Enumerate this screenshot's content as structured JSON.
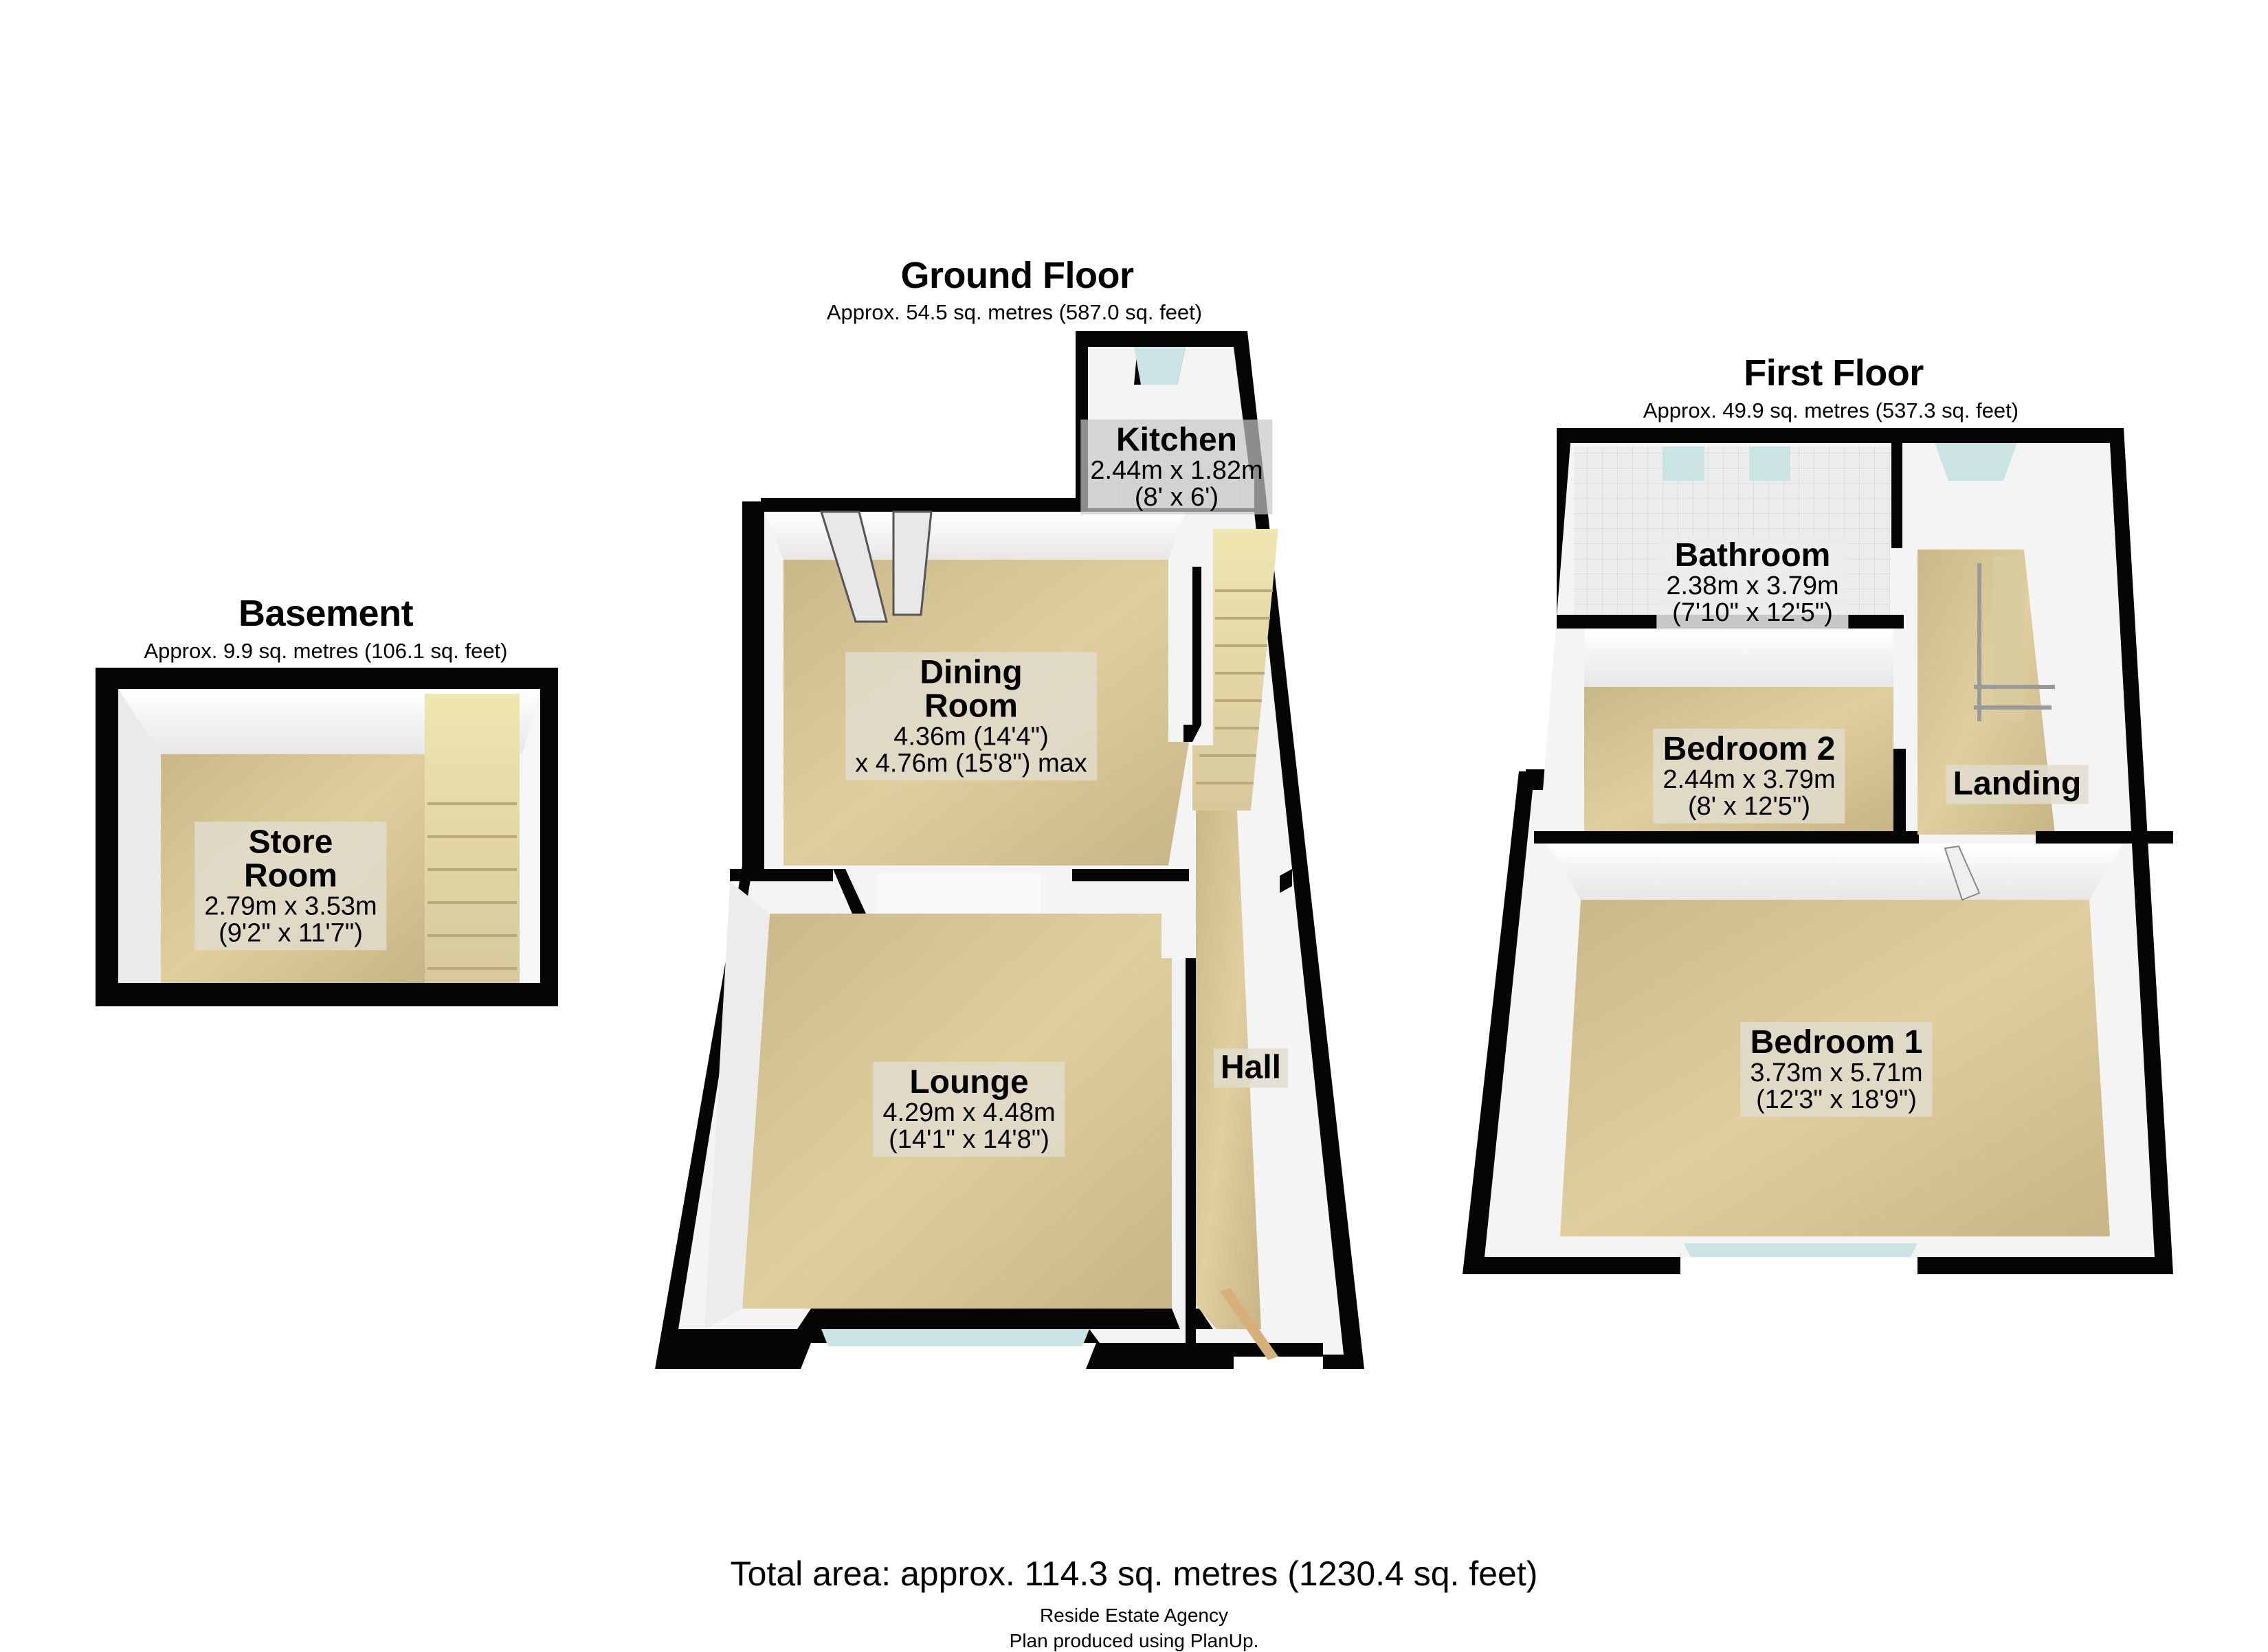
{
  "colors": {
    "wall": "#050505",
    "inner_wall": "#f4f4f4",
    "floor_carpet": "#cbb98a",
    "floor_tile": "#e9ebea",
    "window_glass": "#c9e4e2",
    "label_bg": "#e2dccb"
  },
  "floors": {
    "basement": {
      "title": "Basement",
      "area": "Approx. 9.9 sq. metres (106.1 sq. feet)",
      "rooms": [
        {
          "name_line1": "Store",
          "name_line2": "Room",
          "dims_m": "2.79m x 3.53m",
          "dims_ft": "(9'2\" x 11'7\")"
        }
      ]
    },
    "ground": {
      "title": "Ground Floor",
      "area": "Approx. 54.5 sq. metres (587.0 sq. feet)",
      "rooms": [
        {
          "name": "Kitchen",
          "dims_m": "2.44m x 1.82m",
          "dims_ft": "(8' x 6')"
        },
        {
          "name_line1": "Dining",
          "name_line2": "Room",
          "dims_m": "4.36m (14'4\")",
          "dims_ft": "x 4.76m (15'8\") max"
        },
        {
          "name": "Lounge",
          "dims_m": "4.29m x 4.48m",
          "dims_ft": "(14'1\" x 14'8\")"
        },
        {
          "name": "Hall"
        }
      ]
    },
    "first": {
      "title": "First Floor",
      "area": "Approx. 49.9 sq. metres (537.3 sq. feet)",
      "rooms": [
        {
          "name": "Bathroom",
          "dims_m": "2.38m x 3.79m",
          "dims_ft": "(7'10\" x 12'5\")"
        },
        {
          "name": "Bedroom 2",
          "dims_m": "2.44m x 3.79m",
          "dims_ft": "(8' x 12'5\")"
        },
        {
          "name": "Landing"
        },
        {
          "name": "Bedroom 1",
          "dims_m": "3.73m x 5.71m",
          "dims_ft": "(12'3\" x 18'9\")"
        }
      ]
    }
  },
  "footer": {
    "total": "Total area: approx. 114.3 sq. metres (1230.4 sq. feet)",
    "agency": "Reside Estate Agency",
    "credit": "Plan produced using PlanUp."
  }
}
